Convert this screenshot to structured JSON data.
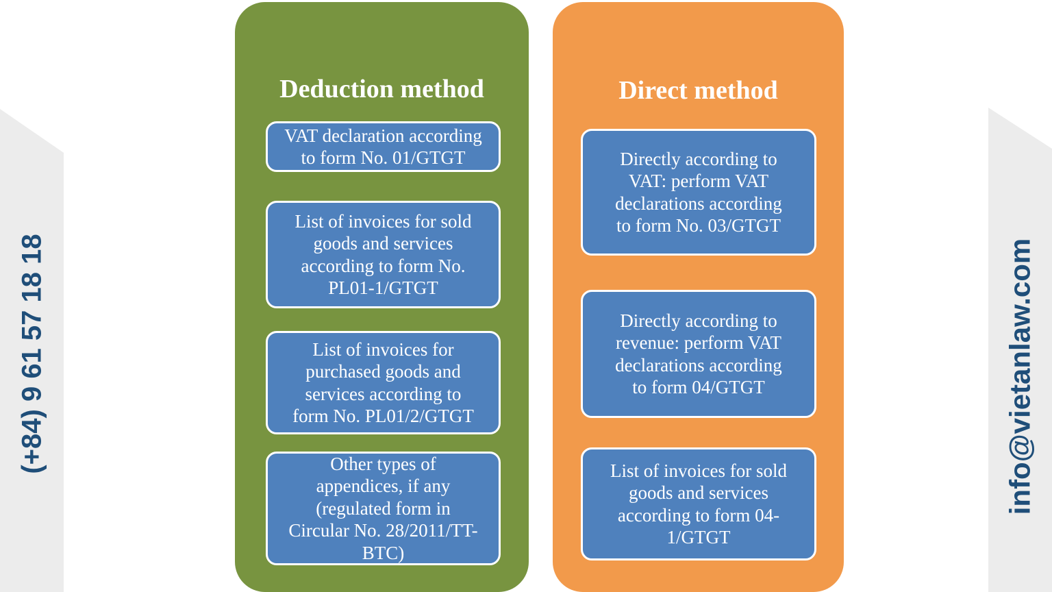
{
  "contact": {
    "phone": "(+84) 9 61 57 18 18",
    "email": "info@vietanlaw.com"
  },
  "colors": {
    "green_panel": "#789440",
    "orange_panel": "#f29a4b",
    "blue_box": "#4f81bd",
    "navy_text": "#1f4e79",
    "banner_gray": "#ececec",
    "box_text": "#ffffff"
  },
  "columns": [
    {
      "title": "Deduction method",
      "items": [
        {
          "label": "VAT declaration according\nto form No. 01/GTGT"
        },
        {
          "label": "List of invoices for sold\ngoods and services\naccording to form No.\nPL01-1/GTGT"
        },
        {
          "label": "List of invoices for\npurchased goods and\nservices according to\nform No. PL01/2/GTGT"
        },
        {
          "label": "Other types of\nappendices, if any\n(regulated form in\nCircular No. 28/2011/TT-\nBTC)"
        }
      ]
    },
    {
      "title": "Direct method",
      "items": [
        {
          "label": "Directly according to\nVAT: perform VAT\ndeclarations according\nto form No. 03/GTGT"
        },
        {
          "label": "Directly according to\nrevenue: perform VAT\ndeclarations according\nto form 04/GTGT"
        },
        {
          "label": "List of invoices for sold\ngoods and services\naccording to form 04-\n1/GTGT"
        }
      ]
    }
  ]
}
